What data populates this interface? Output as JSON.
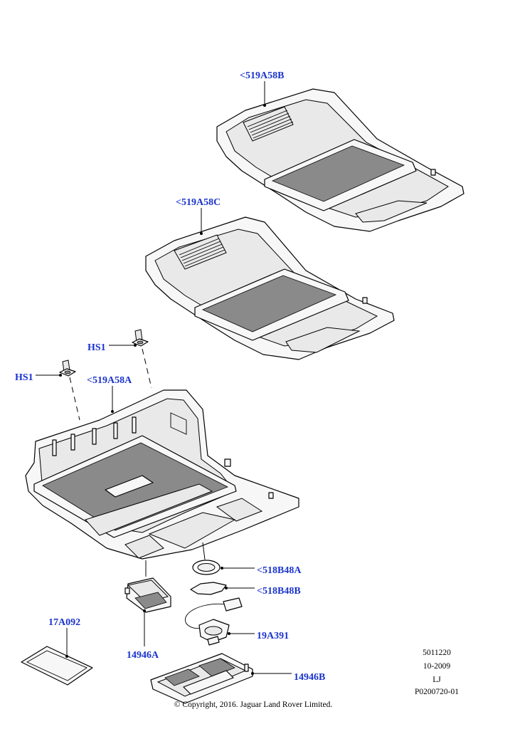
{
  "labels": {
    "l519A58B": "<519A58B",
    "l519A58C": "<519A58C",
    "l519A58A": "<519A58A",
    "hs1_upper": "HS1",
    "hs1_lower": "HS1",
    "l518B48A": "<518B48A",
    "l518B48B": "<518B48B",
    "l19A391": "19A391",
    "l17A092": "17A092",
    "l14946A": "14946A",
    "l14946B": "14946B"
  },
  "info": {
    "code": "5011220",
    "date": "10-2009",
    "initials": "LJ",
    "ref": "P0200720-01"
  },
  "copyright": "© Copyright, 2016. Jaguar Land Rover Limited.",
  "colors": {
    "label": "#1a33cc",
    "line": "#000000"
  }
}
